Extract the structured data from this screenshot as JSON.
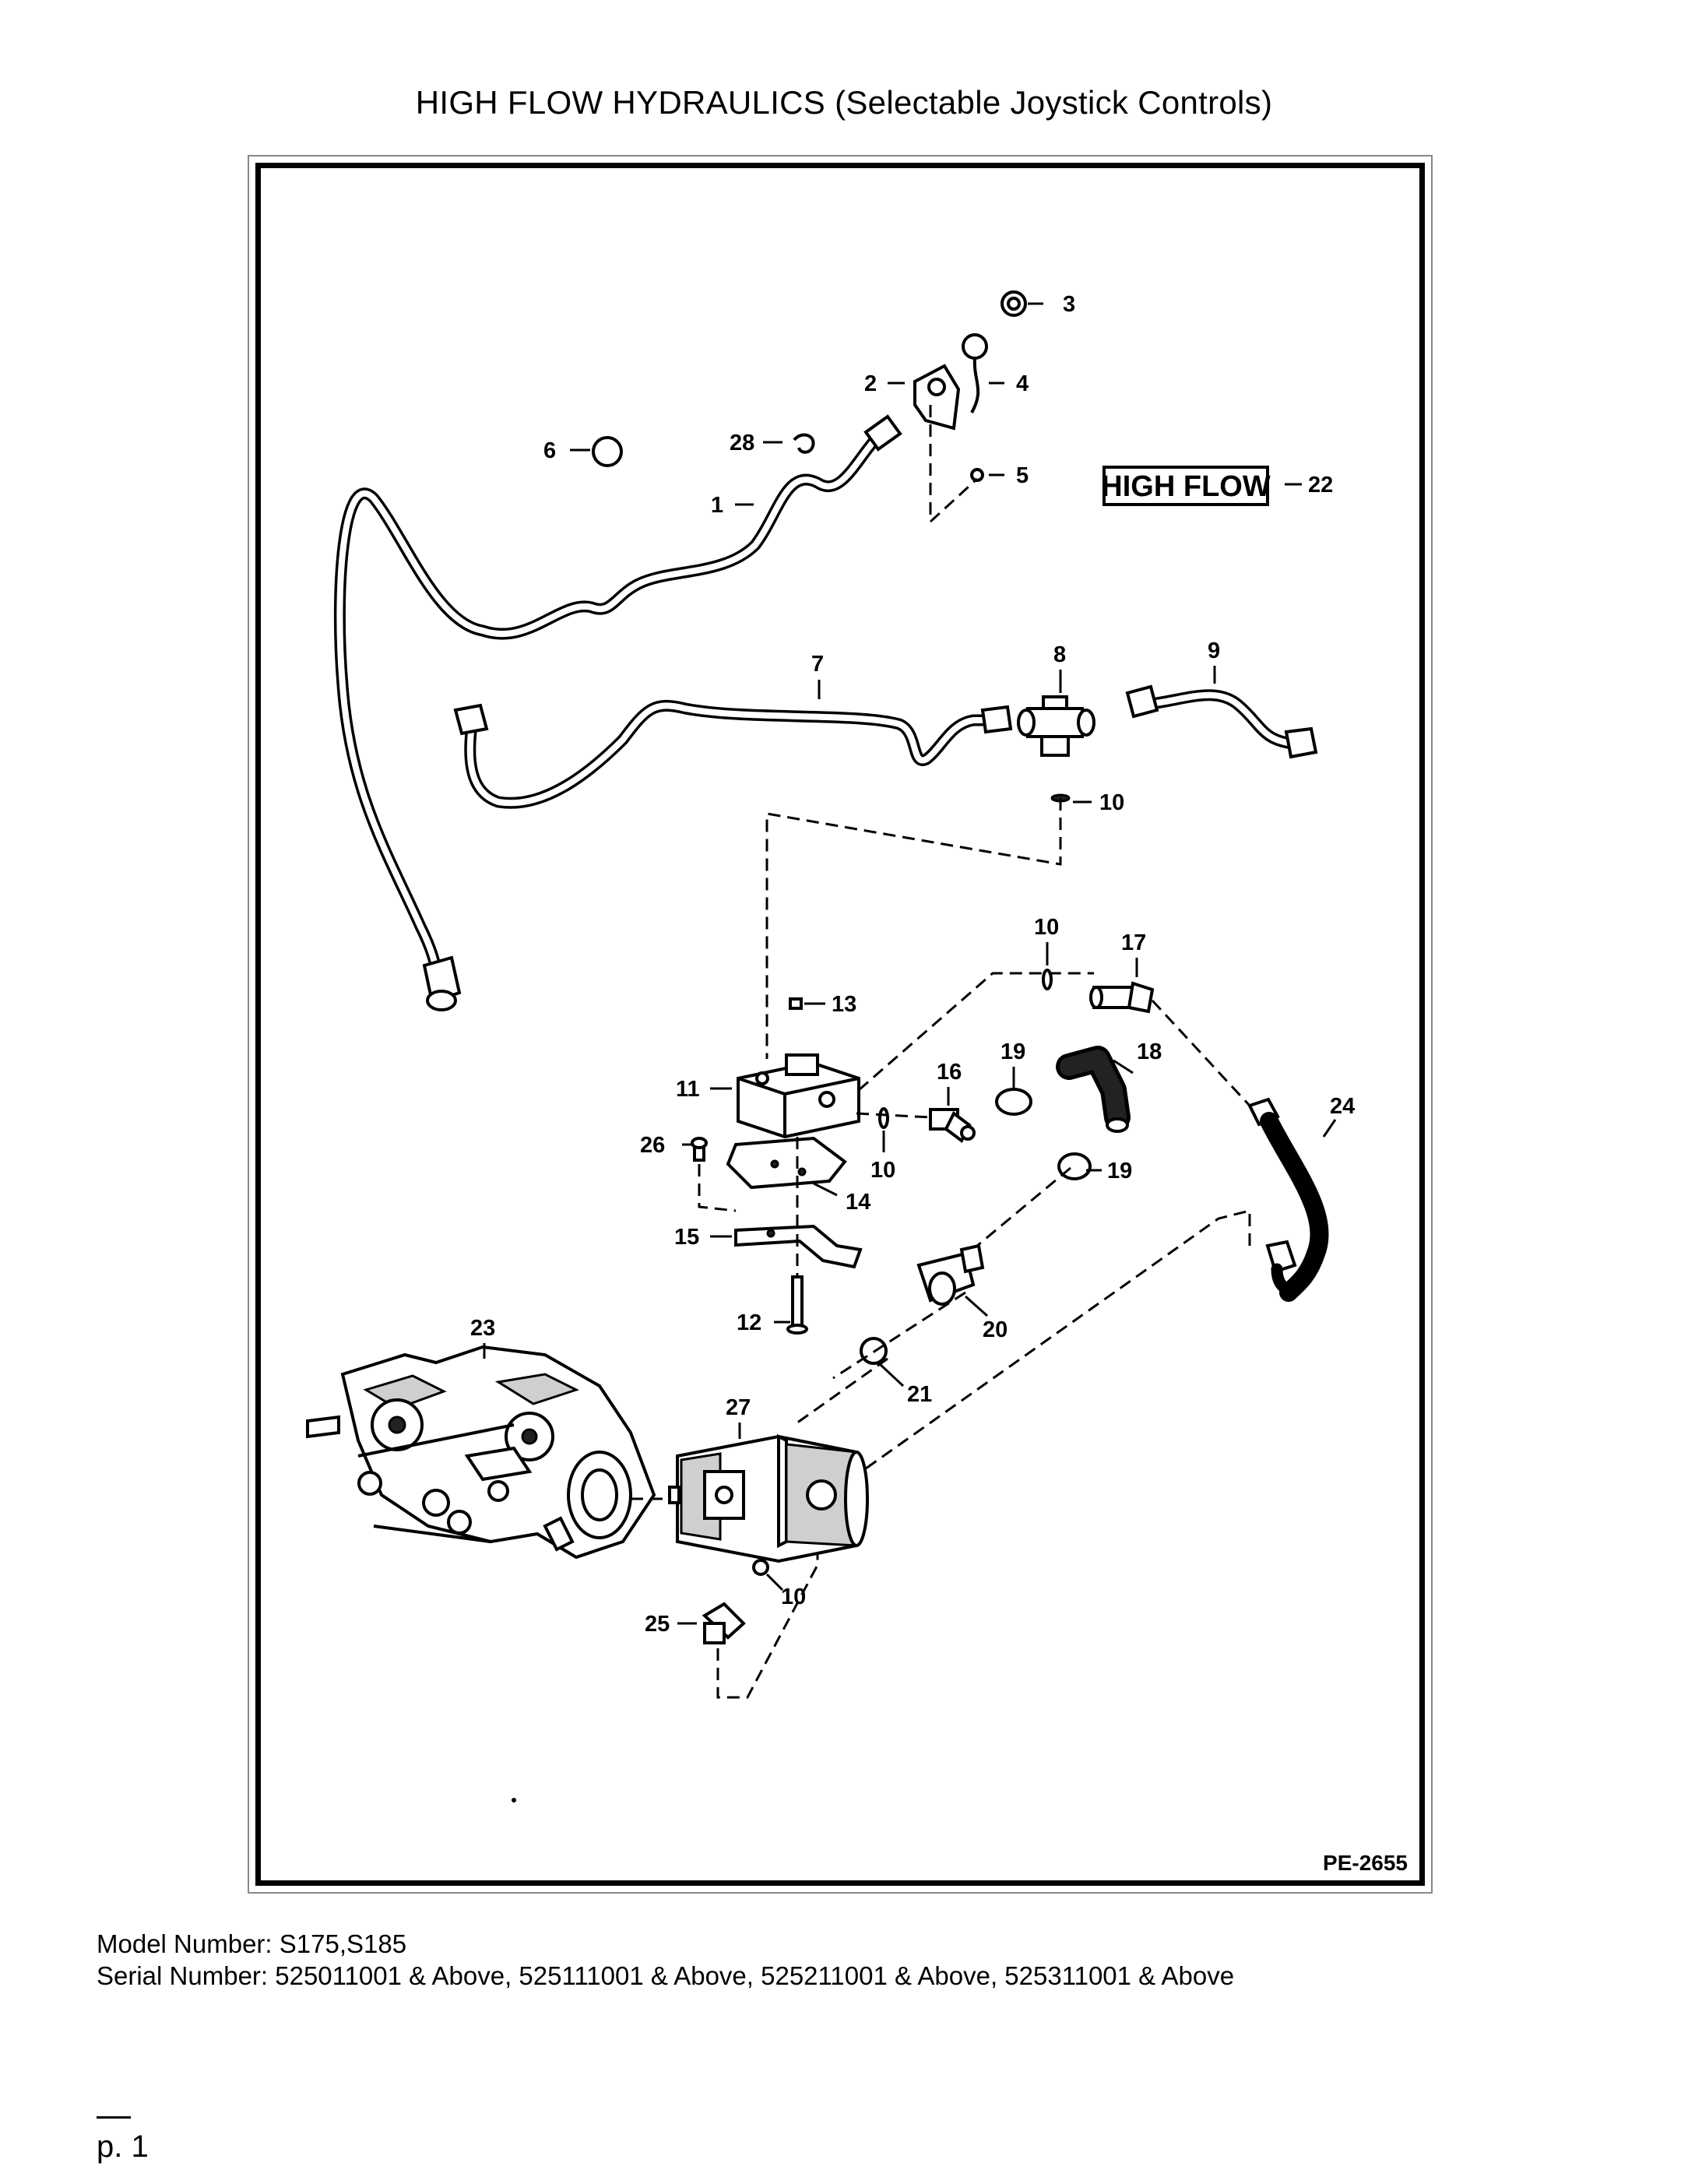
{
  "title": "HIGH FLOW HYDRAULICS (Selectable Joystick Controls)",
  "diagram": {
    "figure_id": "PE-2655",
    "decal_text": "HIGH FLOW",
    "callouts": {
      "c1": "1",
      "c2": "2",
      "c3": "3",
      "c4": "4",
      "c5": "5",
      "c6": "6",
      "c7": "7",
      "c8": "8",
      "c9": "9",
      "c10a": "10",
      "c10b": "10",
      "c10c": "10",
      "c10d": "10",
      "c11": "11",
      "c12": "12",
      "c13": "13",
      "c14": "14",
      "c15": "15",
      "c16": "16",
      "c17": "17",
      "c18": "18",
      "c19a": "19",
      "c19b": "19",
      "c20": "20",
      "c21": "21",
      "c22": "22",
      "c23": "23",
      "c24": "24",
      "c25": "25",
      "c26": "26",
      "c27": "27",
      "c28": "28"
    }
  },
  "footer": {
    "model_line": "Model Number: S175,S185",
    "serial_line": "Serial Number: 525011001 & Above, 525111001 & Above, 525211001 & Above, 525311001 & Above",
    "page_label": "p. 1"
  }
}
